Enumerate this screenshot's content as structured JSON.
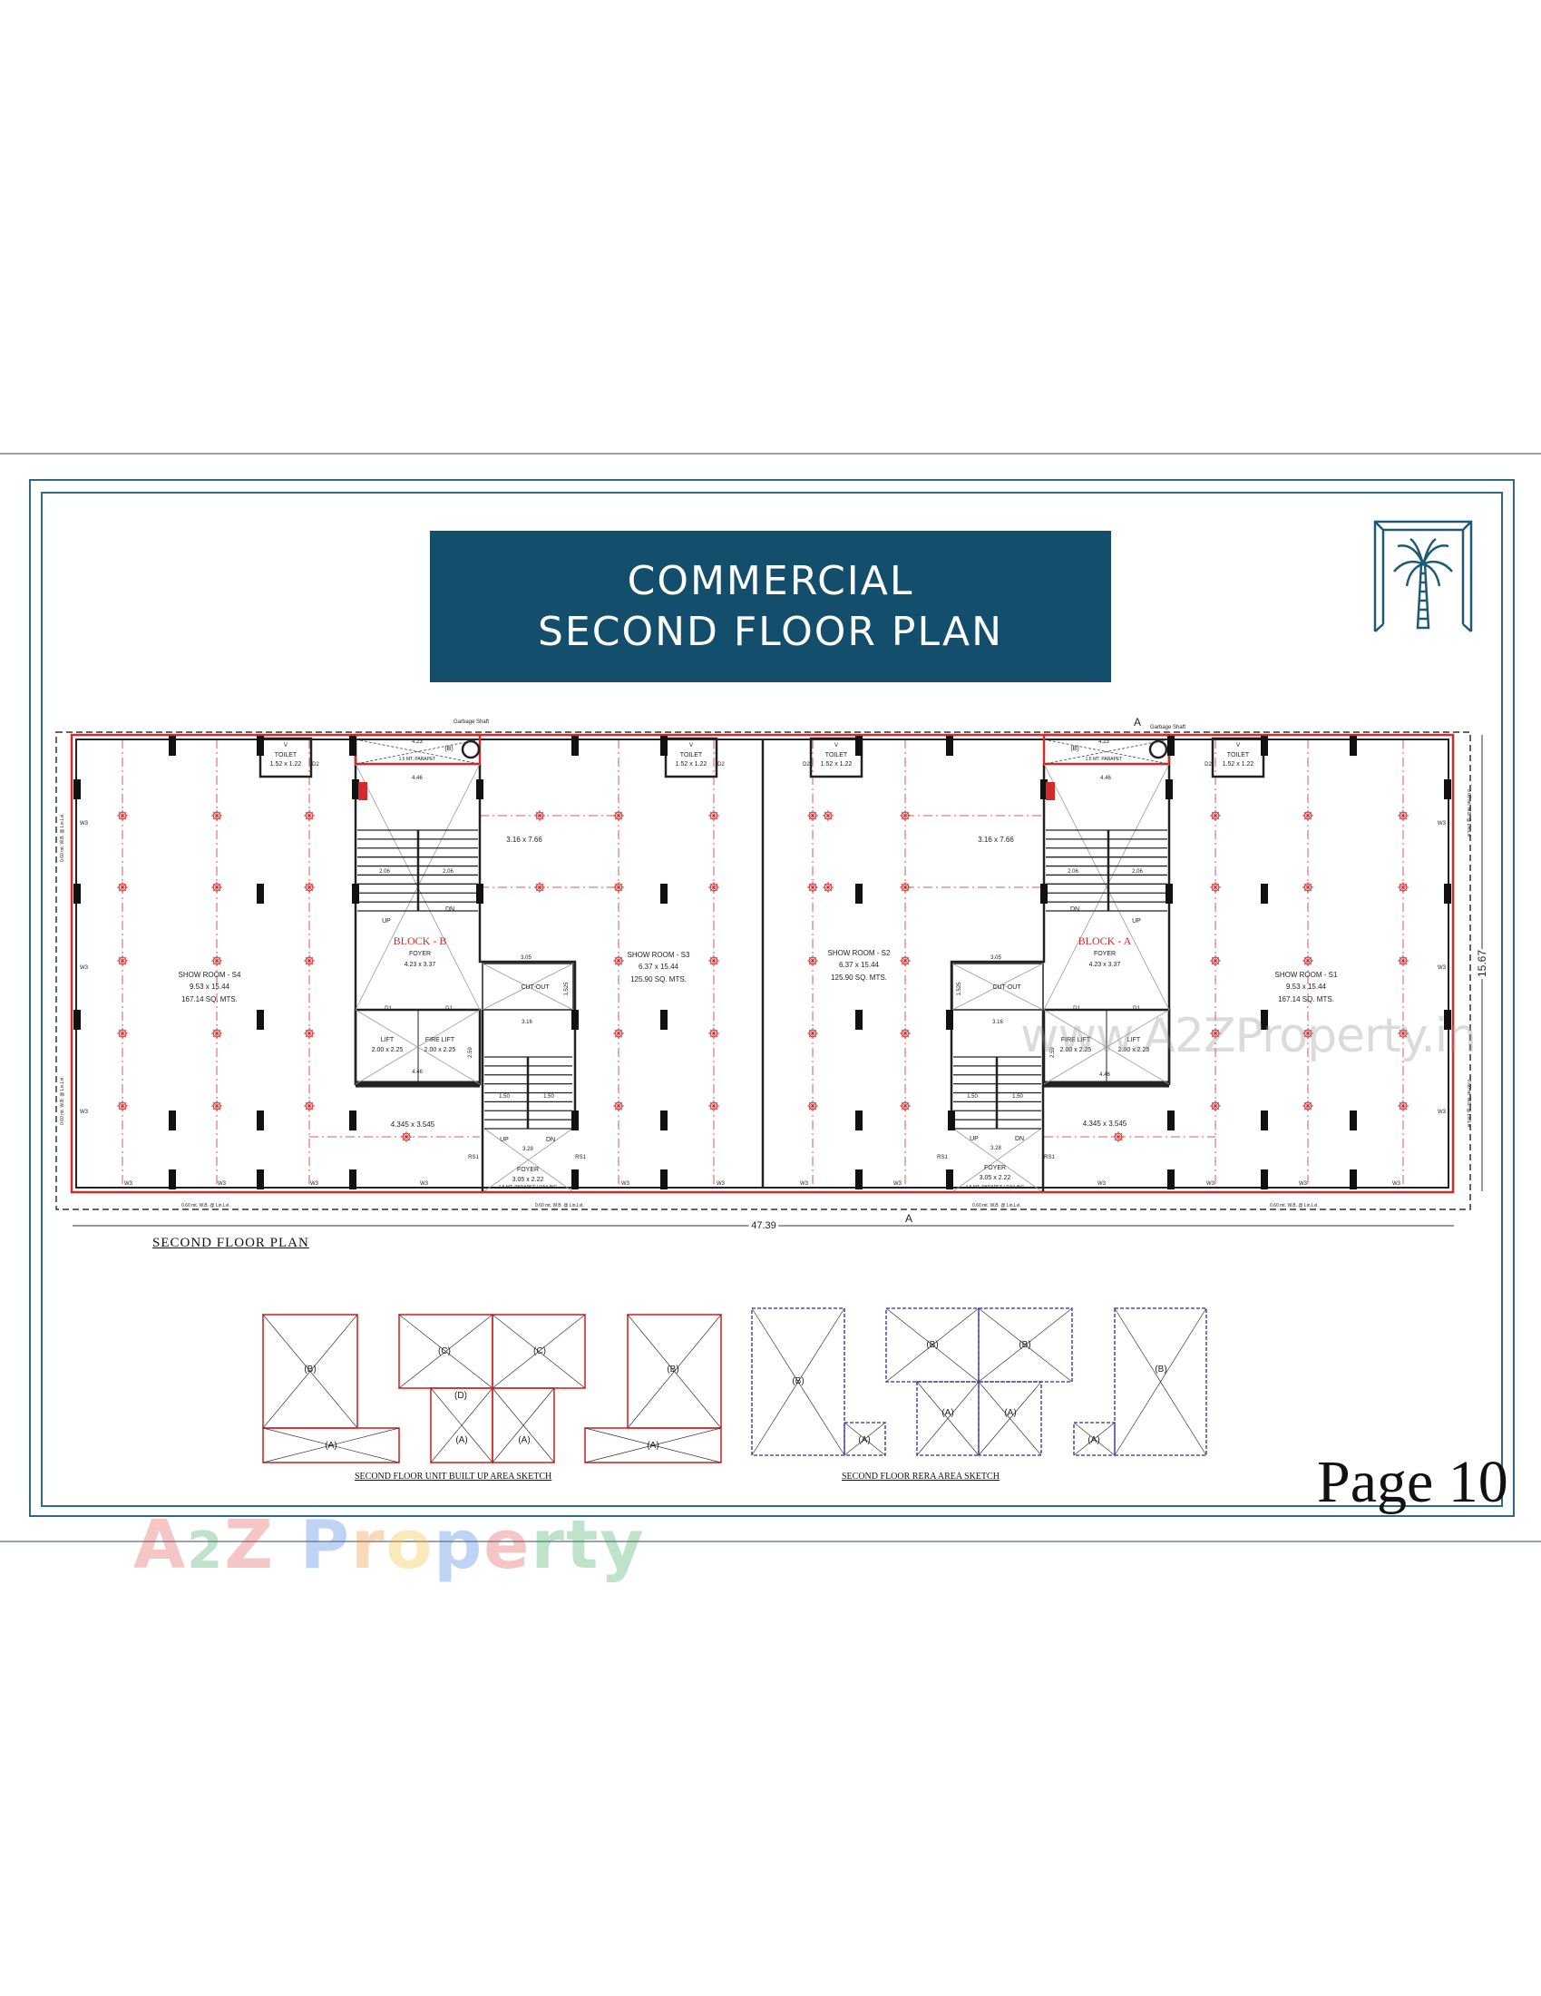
{
  "title": {
    "line1": "COMMERCIAL",
    "line2": "SECOND FLOOR PLAN"
  },
  "colors": {
    "brand": "#134f6c",
    "frame": "#2f6b80",
    "wall_red": "#d42a2a",
    "rera_blue": "#5a4fa8"
  },
  "logo": {
    "icon": "palm-tree-arch-icon"
  },
  "plan": {
    "caption": "SECOND FLOOR PLAN",
    "overall_width": "47.39",
    "overall_depth": "15.67",
    "section_marker": "A",
    "garbage_shaft": "Garbage Shaft",
    "showrooms": [
      {
        "name": "SHOW ROOM - S4",
        "size": "9.53 x 15.44",
        "area": "167.14 SQ. MTS."
      },
      {
        "name": "SHOW ROOM - S3",
        "size": "6.37 x 15.44",
        "area": "125.90 SQ. MTS."
      },
      {
        "name": "SHOW ROOM - S2",
        "size": "6.37 x 15.44",
        "area": "125.90 SQ. MTS."
      },
      {
        "name": "SHOW ROOM - S1",
        "size": "9.53 x 15.44",
        "area": "167.14 SQ. MTS."
      }
    ],
    "open_area": "3.16 x 7.66",
    "terrace": "4.345 x 3.545",
    "blocks": [
      {
        "name": "BLOCK - B",
        "foyer": "FOYER",
        "foyer_size": "4.23 x 3.37"
      },
      {
        "name": "BLOCK - A",
        "foyer": "FOYER",
        "foyer_size": "4.23 x 3.37"
      }
    ],
    "toilet": {
      "label": "TOILET",
      "size": "1.52 x 1.22"
    },
    "lift": {
      "label": "LIFT",
      "size": "2.00 x 2.25"
    },
    "fire_lift": {
      "label": "FIRE LIFT",
      "size": "2.00 x 2.25"
    },
    "cutout": "CUT-OUT",
    "rear_foyer": {
      "label": "FOYER",
      "size": "3.05 x 2.22"
    },
    "up": "UP",
    "dn": "DN",
    "window": "W3",
    "parapet": "1.5 MT. PARAPET",
    "parapet_railing": "1.5 MT. PARAPET / RAILING",
    "wb_note": "0.60 mt. W.B. @ Lin.Lvl.",
    "dims": {
      "shaft_w": "4.23",
      "core_w": "4.46",
      "stair_w": "2.06",
      "rear_w": "3.05",
      "rear_stair": "3.16",
      "foyer_w": "3.28",
      "tread": "1.50",
      "lift_h": "2.59",
      "cut_h": "1.525"
    },
    "marks": {
      "d1": "D1",
      "d2": "D2",
      "rs1": "RS1",
      "v": "V",
      "shaft_tag": "(B)"
    }
  },
  "sketches": [
    {
      "caption": "SECOND FLOOR UNIT BUILT UP AREA SKETCH",
      "tags": [
        "(A)",
        "(B)",
        "(C)",
        "(D)"
      ]
    },
    {
      "caption": "SECOND FLOOR RERA AREA SKETCH",
      "tags": [
        "(A)",
        "(B)"
      ]
    }
  ],
  "page_label": "Page 10",
  "watermarks": {
    "main": "A2Z Property",
    "site": "www.A2ZProperty.in"
  }
}
